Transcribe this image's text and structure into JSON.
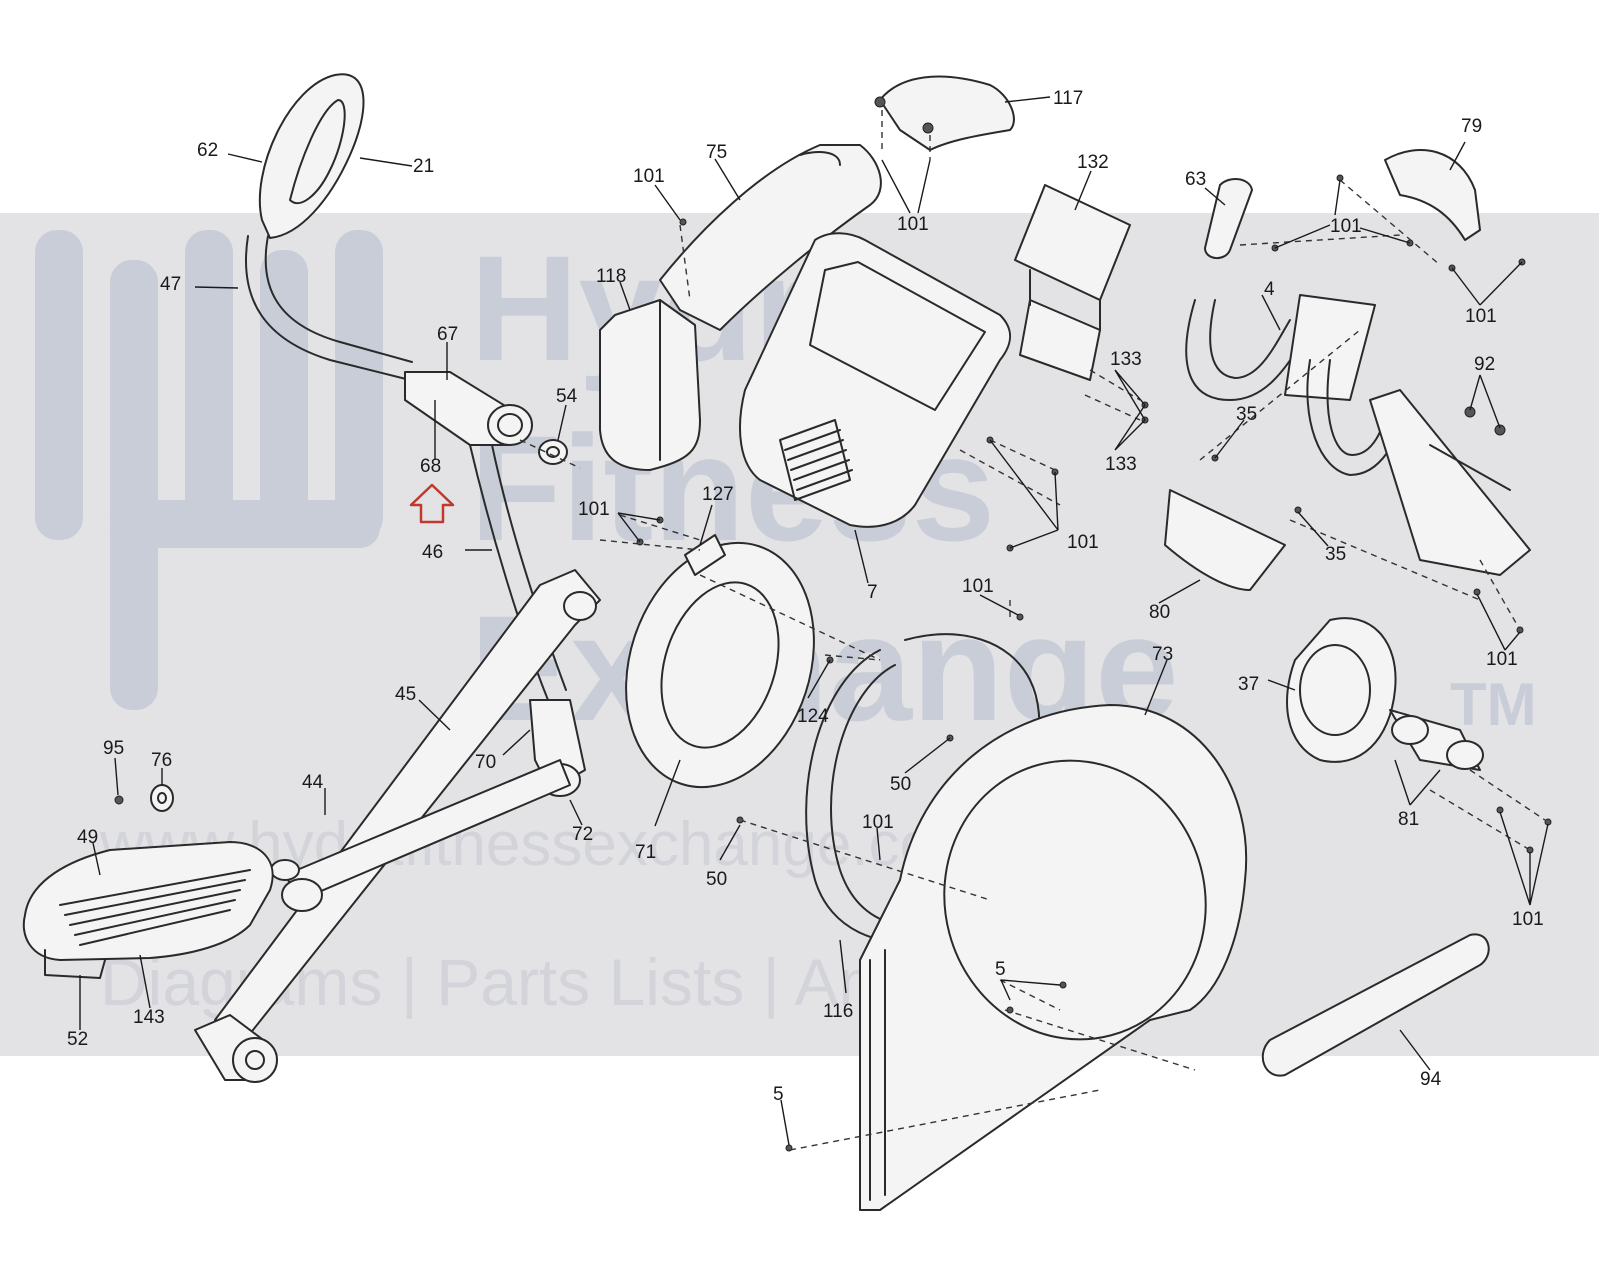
{
  "watermark": {
    "line1": "Hydra",
    "line2": "Fitness",
    "line3": "Exchange",
    "trademark": "TM",
    "url": "www.hydrafitnessexchange.com",
    "tagline": "Diagrams | Parts Lists | And More"
  },
  "parts": [
    {
      "id": "62",
      "label": "62"
    },
    {
      "id": "21",
      "label": "21"
    },
    {
      "id": "47",
      "label": "47"
    },
    {
      "id": "67",
      "label": "67"
    },
    {
      "id": "68",
      "label": "68"
    },
    {
      "id": "54",
      "label": "54"
    },
    {
      "id": "46",
      "label": "46"
    },
    {
      "id": "45",
      "label": "45"
    },
    {
      "id": "70",
      "label": "70"
    },
    {
      "id": "72",
      "label": "72"
    },
    {
      "id": "44",
      "label": "44"
    },
    {
      "id": "95",
      "label": "95"
    },
    {
      "id": "76",
      "label": "76"
    },
    {
      "id": "49",
      "label": "49"
    },
    {
      "id": "52",
      "label": "52"
    },
    {
      "id": "143",
      "label": "143"
    },
    {
      "id": "101a",
      "label": "101"
    },
    {
      "id": "75",
      "label": "75"
    },
    {
      "id": "118",
      "label": "118"
    },
    {
      "id": "117",
      "label": "117"
    },
    {
      "id": "101b",
      "label": "101"
    },
    {
      "id": "132",
      "label": "132"
    },
    {
      "id": "133a",
      "label": "133"
    },
    {
      "id": "133b",
      "label": "133"
    },
    {
      "id": "101c",
      "label": "101"
    },
    {
      "id": "7",
      "label": "7"
    },
    {
      "id": "101d",
      "label": "101"
    },
    {
      "id": "127",
      "label": "127"
    },
    {
      "id": "71",
      "label": "71"
    },
    {
      "id": "124",
      "label": "124"
    },
    {
      "id": "101e",
      "label": "101"
    },
    {
      "id": "50a",
      "label": "50"
    },
    {
      "id": "101f",
      "label": "101"
    },
    {
      "id": "50b",
      "label": "50"
    },
    {
      "id": "116",
      "label": "116"
    },
    {
      "id": "73",
      "label": "73"
    },
    {
      "id": "5a",
      "label": "5"
    },
    {
      "id": "5b",
      "label": "5"
    },
    {
      "id": "63",
      "label": "63"
    },
    {
      "id": "79",
      "label": "79"
    },
    {
      "id": "101g",
      "label": "101"
    },
    {
      "id": "101h",
      "label": "101"
    },
    {
      "id": "4",
      "label": "4"
    },
    {
      "id": "92",
      "label": "92"
    },
    {
      "id": "35a",
      "label": "35"
    },
    {
      "id": "35b",
      "label": "35"
    },
    {
      "id": "80",
      "label": "80"
    },
    {
      "id": "101i",
      "label": "101"
    },
    {
      "id": "37",
      "label": "37"
    },
    {
      "id": "81",
      "label": "81"
    },
    {
      "id": "101j",
      "label": "101"
    },
    {
      "id": "94",
      "label": "94"
    }
  ],
  "highlight": {
    "part": "68",
    "color": "#c0392b"
  }
}
